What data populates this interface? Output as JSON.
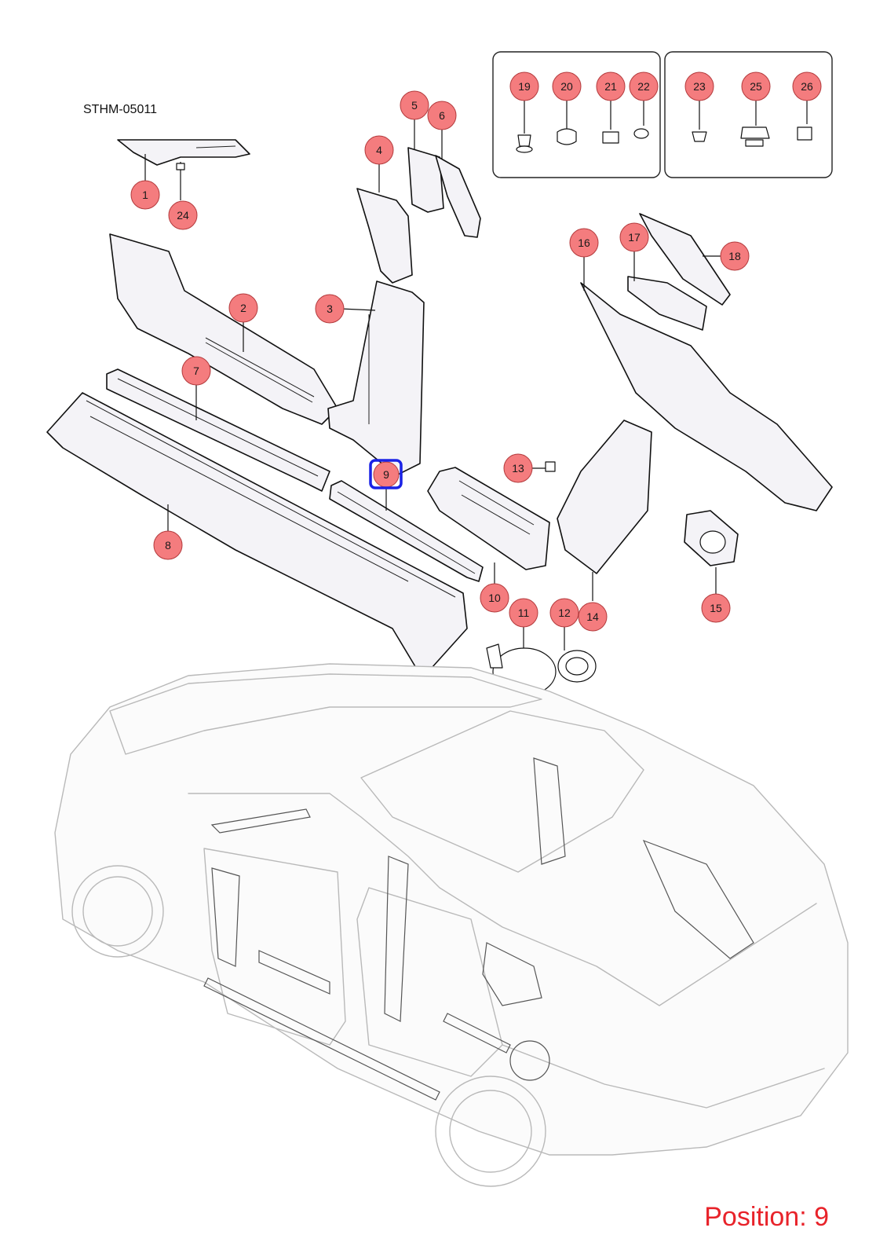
{
  "diagram_code": "STHM-05011",
  "position_label": "Position: 9",
  "highlighted_callout": "9",
  "colors": {
    "callout_fill": "#f47c7e",
    "highlight_outline": "#1a22e6",
    "position_text": "#e8232a"
  },
  "callouts": [
    "1",
    "2",
    "3",
    "4",
    "5",
    "6",
    "7",
    "8",
    "9",
    "10",
    "11",
    "12",
    "13",
    "14",
    "15",
    "16",
    "17",
    "18",
    "19",
    "20",
    "21",
    "22",
    "23",
    "24",
    "25",
    "26"
  ]
}
